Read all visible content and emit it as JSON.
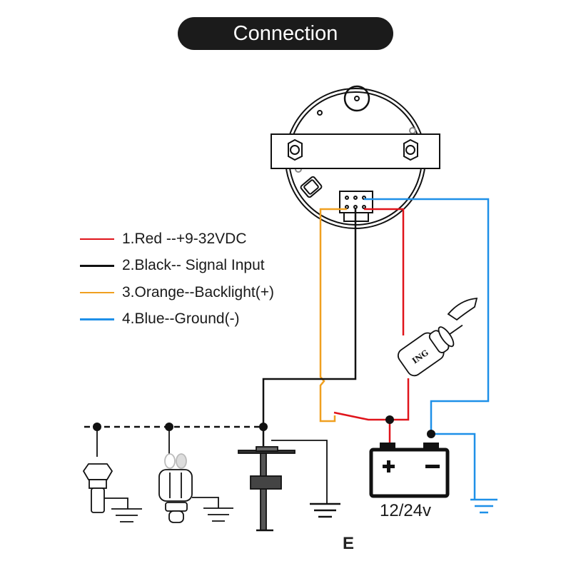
{
  "title": "Connection",
  "legend": [
    {
      "label": "1.Red --+9-32VDC",
      "color": "#e0141b"
    },
    {
      "label": "2.Black-- Signal Input",
      "color": "#111111"
    },
    {
      "label": "3.Orange--Backlight(+)",
      "color": "#f0a020"
    },
    {
      "label": "4.Blue--Ground(-)",
      "color": "#1e90e8"
    }
  ],
  "components": {
    "gauge": "gauge-back",
    "ignition_switch": {
      "label": "ING"
    },
    "battery": {
      "label": "12/24v",
      "positive": "+",
      "negative": "−"
    },
    "sensors": [
      "temperature-sensor",
      "oil-pressure-sensor",
      "fuel-level-sender"
    ]
  },
  "footer_letter": "E"
}
